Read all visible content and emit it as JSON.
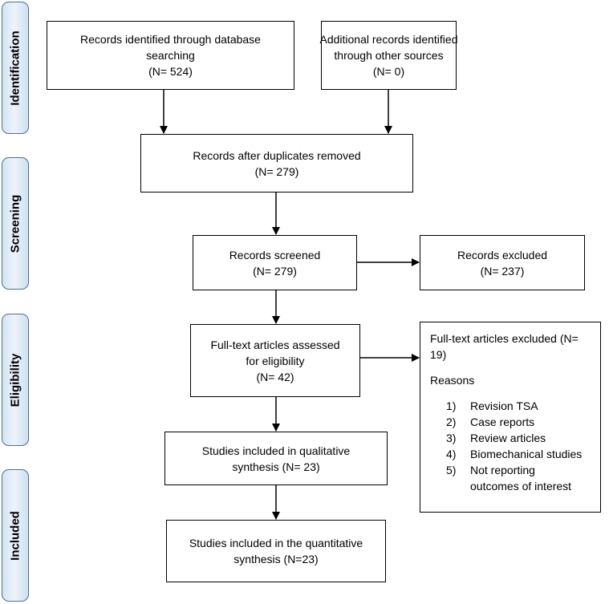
{
  "phases": {
    "identification": "Identification",
    "screening": "Screening",
    "eligibility": "Eligibility",
    "included": "Included"
  },
  "boxes": {
    "database": [
      "Records identified through database",
      "searching",
      "(N= 524)"
    ],
    "other_sources": [
      "Additional records identified",
      "through other sources",
      "(N= 0)"
    ],
    "duplicates_removed": [
      "Records after duplicates removed",
      "(N= 279)"
    ],
    "screened": [
      "Records screened",
      "(N= 279)"
    ],
    "excluded": [
      "Records excluded",
      "(N= 237)"
    ],
    "fulltext_assessed": [
      "Full-text articles assessed",
      "for eligibility",
      "(N= 42)"
    ],
    "qualitative": [
      "Studies included in qualitative",
      "synthesis (N= 23)"
    ],
    "quantitative": [
      "Studies included in the quantitative",
      "synthesis (N=23)"
    ]
  },
  "fulltext_excluded": {
    "title_lines": [
      "Full-text articles excluded (N=",
      "19)"
    ],
    "reasons_heading": "Reasons",
    "reasons": [
      {
        "num": "1)",
        "lines": [
          "Revision TSA"
        ]
      },
      {
        "num": "2)",
        "lines": [
          "Case reports"
        ]
      },
      {
        "num": "3)",
        "lines": [
          "Review articles"
        ]
      },
      {
        "num": "4)",
        "lines": [
          "Biomechanical studies"
        ]
      },
      {
        "num": "5)",
        "lines": [
          "Not reporting",
          "outcomes of interest"
        ]
      }
    ]
  }
}
